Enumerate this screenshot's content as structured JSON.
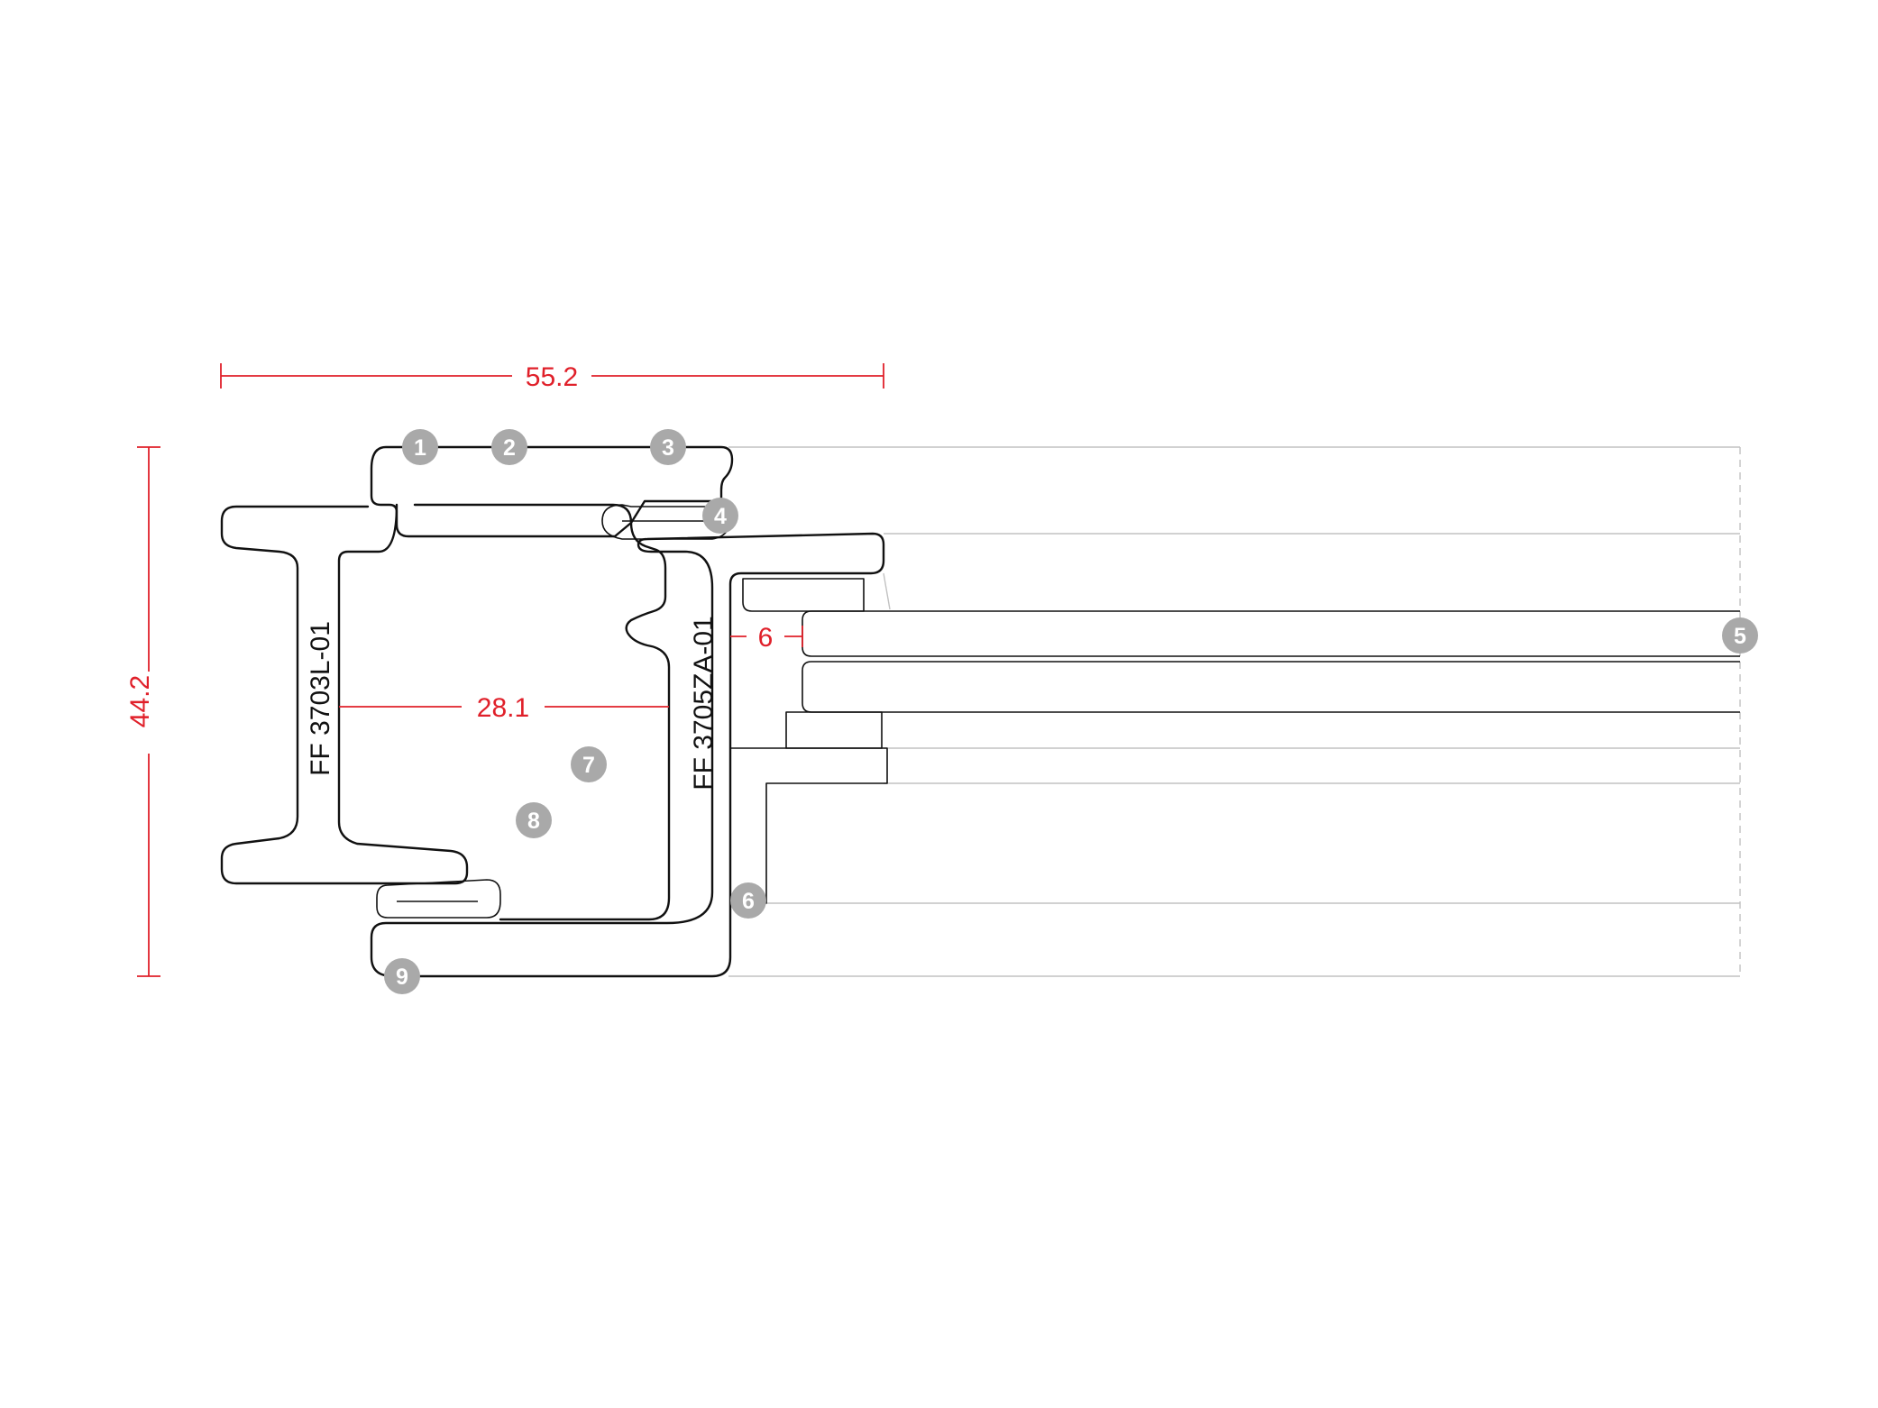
{
  "dimensions": {
    "width_label": "55.2",
    "height_label": "44.2",
    "inner_width_label": "28.1",
    "glass_gap_label": "6"
  },
  "profiles": {
    "frame": "FF 3703L-01",
    "sash": "FF 3705ZA-01"
  },
  "markers": [
    "1",
    "2",
    "3",
    "4",
    "5",
    "6",
    "7",
    "8",
    "9"
  ],
  "colors": {
    "dimension": "#e0202a",
    "marker": "#a9a9a9",
    "outline": "#111111",
    "ghost": "#c2c2c2"
  }
}
